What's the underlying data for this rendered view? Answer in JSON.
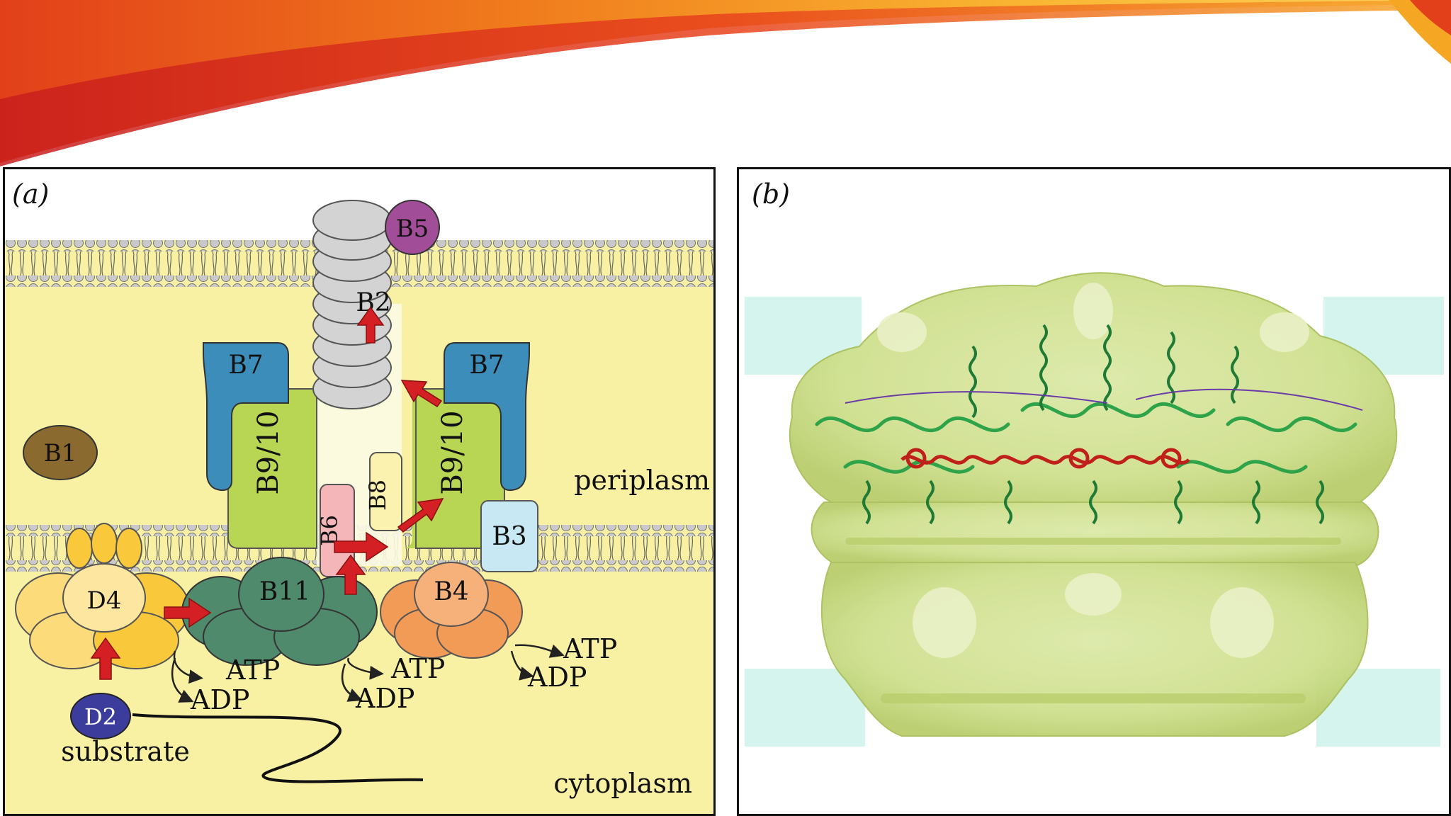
{
  "panel_a": {
    "label": "(a)",
    "regions": {
      "periplasm": "periplasm",
      "cytoplasm": "cytoplasm"
    },
    "proteins": {
      "b1": "B1",
      "b2": "B2",
      "b3": "B3",
      "b4": "B4",
      "b5": "B5",
      "b6": "B6",
      "b7_left": "B7",
      "b7_right": "B7",
      "b8": "B8",
      "b910_left": "B9/10",
      "b910_right": "B9/10",
      "b11": "B11",
      "d4": "D4",
      "d2": "D2"
    },
    "reactions": [
      {
        "atp": "ATP",
        "adp": "ADP"
      },
      {
        "atp": "ATP",
        "adp": "ADP"
      },
      {
        "atp": "ATP",
        "adp": "ADP"
      }
    ],
    "substrate": "substrate",
    "colors": {
      "cytoplasm": "#f8f1a4",
      "membrane_bead": "#b8b8b8",
      "b7": "#3c8dba",
      "b910": "#b8d654",
      "b11": "#4f8a6c",
      "b4": "#f29b57",
      "d4": "#f9c93b",
      "b5": "#a24d98",
      "b1": "#8a6a2e",
      "d2": "#3c3c9c",
      "arrow": "#d41f24"
    }
  },
  "panel_b": {
    "label": "(b)",
    "colors": {
      "density": "#d7e6a0",
      "helix": "#2fa34a",
      "red_helix": "#c0201a",
      "cyan_box": "#d6f4ee"
    }
  }
}
